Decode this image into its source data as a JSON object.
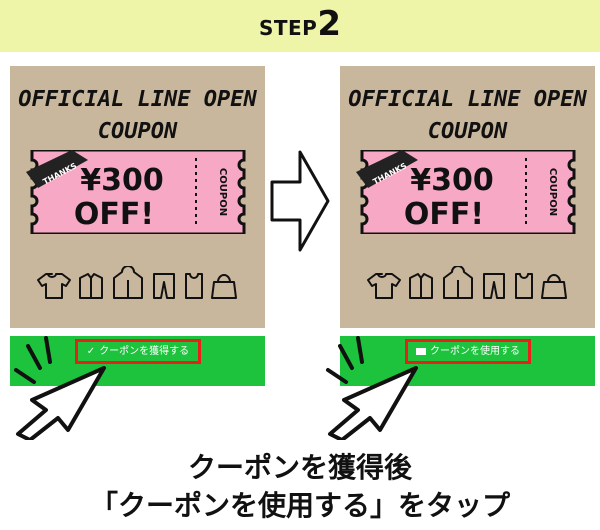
{
  "step": {
    "word": "STEP",
    "number": "2"
  },
  "panels": [
    {
      "headline_line1": "OFFICIAL LINE OPEN",
      "headline_line2": "COUPON",
      "badge": "THANKS",
      "amount": "¥300",
      "off": "OFF!",
      "stub": "COUPON",
      "button_label": "クーポンを獲得する",
      "button_icon": "checkmark-icon"
    },
    {
      "headline_line1": "OFFICIAL LINE OPEN",
      "headline_line2": "COUPON",
      "badge": "THANKS",
      "amount": "¥300",
      "off": "OFF!",
      "stub": "COUPON",
      "button_label": "クーポンを使用する",
      "button_icon": "ticket-icon"
    }
  ],
  "caption": {
    "line1": "クーポンを獲得後",
    "line2": "「クーポンを使用する」をタップ"
  },
  "colors": {
    "step_bar": "#eef5a8",
    "coupon_bg": "#c8b79c",
    "ticket_pink": "#f6a8c4",
    "line_green": "#1ec33d",
    "highlight_red": "#e8201a"
  }
}
